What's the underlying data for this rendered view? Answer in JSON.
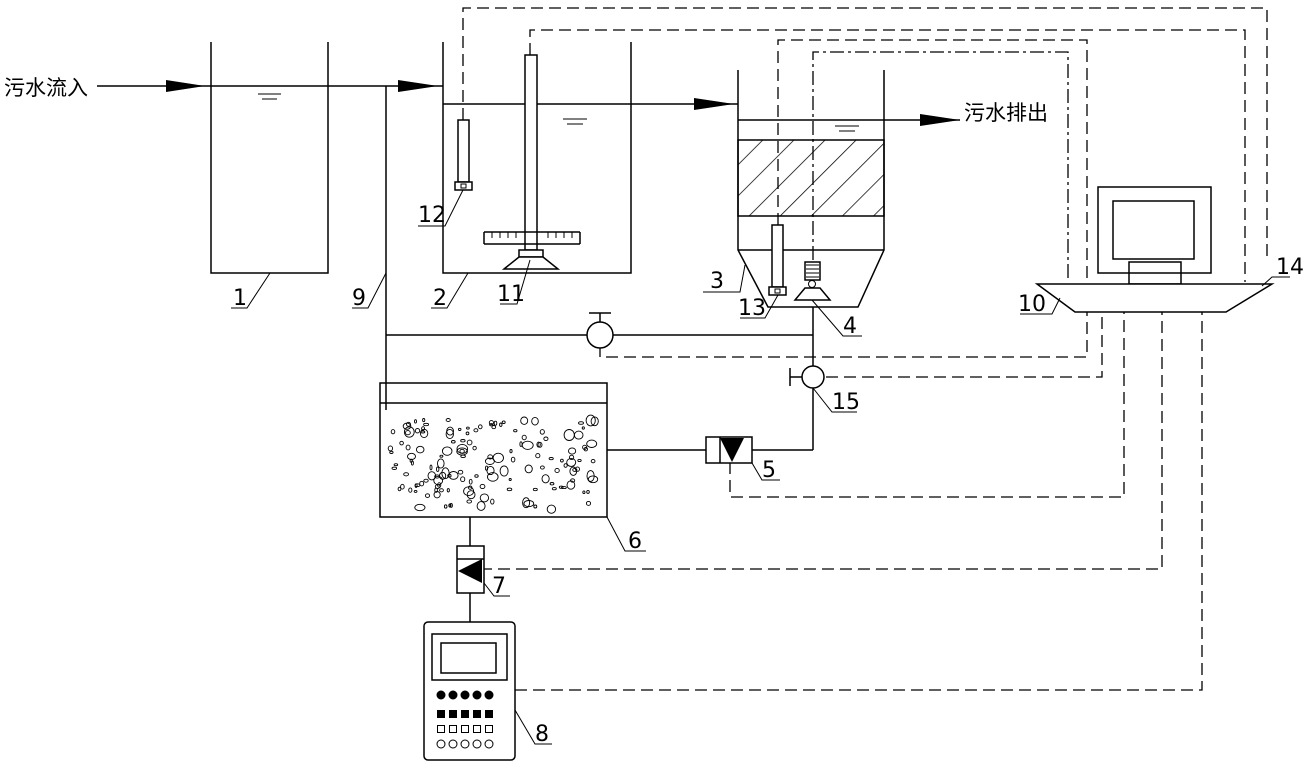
{
  "flow_labels": {
    "inflow": "污水流入",
    "outflow": "污水排出"
  },
  "component_labels": [
    "1",
    "2",
    "3",
    "4",
    "5",
    "6",
    "7",
    "8",
    "9",
    "10",
    "11",
    "12",
    "13",
    "14",
    "15"
  ]
}
